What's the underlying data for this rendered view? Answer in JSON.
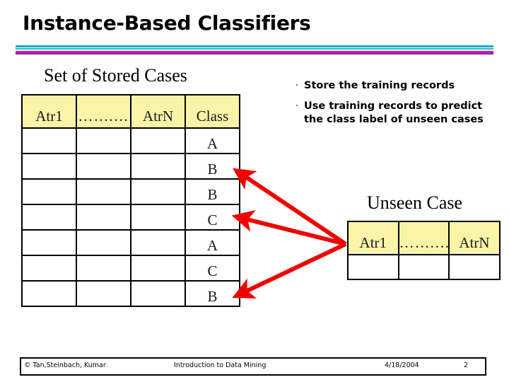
{
  "slide": {
    "title": "Instance-Based Classifiers",
    "accent_cyan": "#18A9C7",
    "accent_magenta": "#B51EC2",
    "header_fill": "#FAF4A8",
    "arrow_color": "#EE0000"
  },
  "stored_cases": {
    "caption": "Set of Stored Cases",
    "columns": [
      "Atr1",
      "…….…",
      "AtrN",
      "Class"
    ],
    "rows": [
      {
        "class": "A"
      },
      {
        "class": "B"
      },
      {
        "class": "B"
      },
      {
        "class": "C"
      },
      {
        "class": "A"
      },
      {
        "class": "C"
      },
      {
        "class": "B"
      }
    ]
  },
  "unseen_case": {
    "caption": "Unseen Case",
    "columns": [
      "Atr1",
      "…….…",
      "AtrN"
    ],
    "rows": [
      {
        "v1": "",
        "v2": "",
        "v3": ""
      }
    ]
  },
  "bullets": {
    "marker": "·",
    "items": [
      "Store the training records",
      "Use training records to predict the class label of unseen cases"
    ]
  },
  "footer": {
    "copyright": "© Tan,Steinbach, Kumar",
    "center": "Introduction to Data Mining",
    "date": "4/18/2004",
    "page": "2"
  }
}
